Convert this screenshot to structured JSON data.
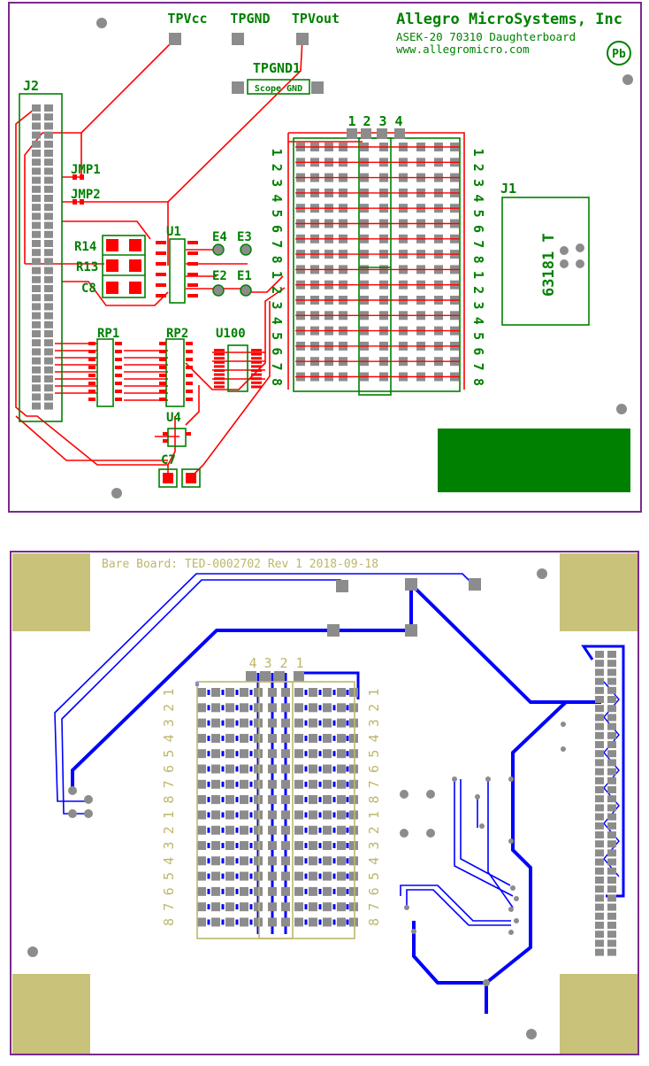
{
  "colors": {
    "outline": "#7a2a8e",
    "silk_top": "#008000",
    "copper_top": "#ff0000",
    "copper_bottom": "#0000ff",
    "pad": "#8c8c8c",
    "via": "#8c8c8c",
    "silk_bottom": "#bdb76b",
    "fill_top": "#008000",
    "fill_bottom": "#c8c27a"
  },
  "top_layer": {
    "title": "Allegro MicroSystems, Inc",
    "subtitle": "ASEK-20 70310 Daughterboard",
    "url": "www.allegromicro.com",
    "pb_badge": "Pb",
    "tp_labels": [
      "TPVcc",
      "TPGND",
      "TPVout"
    ],
    "tpgnd1": "TPGND1",
    "scope_gnd": "Scope GND",
    "j2": "J2",
    "j1": "J1",
    "j1_part": "63181 T",
    "jmp1": "JMP1",
    "jmp2": "JMP2",
    "u1": "U1",
    "u4": "U4",
    "u100": "U100",
    "r14": "R14",
    "r13": "R13",
    "c8": "C8",
    "rp1": "RP1",
    "rp2": "RP2",
    "c7": "C7",
    "e_labels": [
      "E4",
      "E3",
      "E2",
      "E1"
    ],
    "col_labels": [
      "1",
      "2",
      "3",
      "4"
    ],
    "row_labels": [
      "1",
      "2",
      "3",
      "4",
      "5",
      "6",
      "7",
      "8",
      "1",
      "2",
      "3",
      "4",
      "5",
      "6",
      "7",
      "8"
    ]
  },
  "bottom_layer": {
    "bare_board": "Bare Board: TED-0002702 Rev 1 2018-09-18",
    "col_labels": [
      "4",
      "3",
      "2",
      "1"
    ],
    "row_labels": [
      "1",
      "2",
      "3",
      "4",
      "5",
      "6",
      "7",
      "8",
      "1",
      "2",
      "3",
      "4",
      "5",
      "6",
      "7",
      "8"
    ]
  }
}
